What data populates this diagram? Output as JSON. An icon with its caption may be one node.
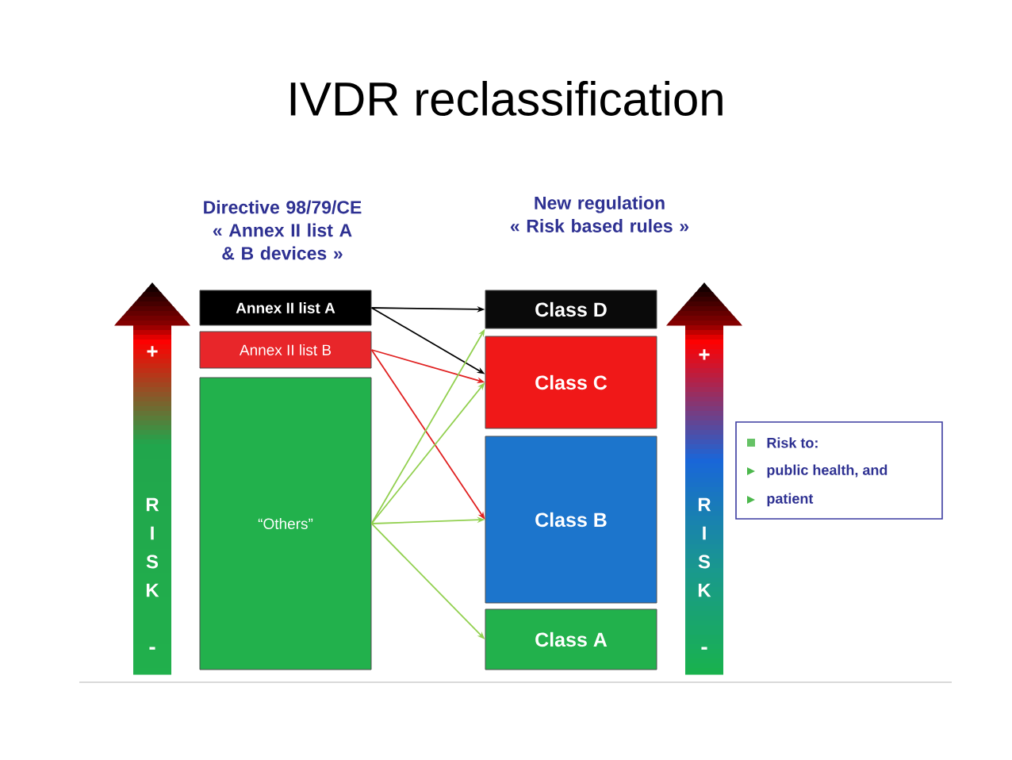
{
  "diagram": {
    "title": "IVDR reclassification",
    "nodes": [
      {
        "text": [
          "Annex II list A"
        ]
      },
      {
        "text": [
          "Annex II list B"
        ]
      },
      {
        "text": [
          "“Others”"
        ]
      },
      {
        "text": [
          "Class D"
        ]
      },
      {
        "text": [
          "Class C"
        ]
      },
      {
        "text": [
          "Class B"
        ]
      },
      {
        "text": [
          "Class A"
        ]
      },
      {
        "text": [
          "Risk to:",
          "public health, and",
          "patient"
        ]
      }
    ],
    "edges": [
      {
        "from": 0,
        "to": 3,
        "arrow": "to",
        "color": "#000000"
      },
      {
        "from": 0,
        "to": 4,
        "arrow": "to",
        "color": "#000000"
      },
      {
        "from": 1,
        "to": 4,
        "arrow": "to",
        "color": "#e02020"
      },
      {
        "from": 1,
        "to": 5,
        "arrow": "to",
        "color": "#e02020"
      },
      {
        "from": 2,
        "to": 3,
        "arrow": "to"
      },
      {
        "from": 2,
        "to": 4,
        "arrow": "to"
      },
      {
        "from": 2,
        "to": 5,
        "arrow": "to"
      },
      {
        "from": 2,
        "to": 6,
        "arrow": "to"
      }
    ],
    "labels": [
      "Directive 98/79/CE « Annex II list A & B devices »",
      "New regulation « Risk based rules »",
      "+",
      "R",
      "I",
      "S",
      "K",
      "-",
      "+",
      "R",
      "I",
      "S",
      "K",
      "-"
    ]
  }
}
